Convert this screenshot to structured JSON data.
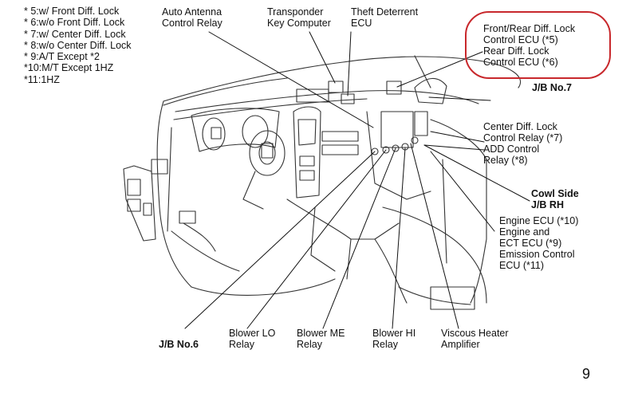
{
  "footnotes": [
    "* 5:w/ Front Diff. Lock",
    "* 6:w/o Front Diff. Lock",
    "* 7:w/ Center Diff. Lock",
    "* 8:w/o Center Diff. Lock",
    "* 9:A/T Except *2",
    "*10:M/T Except 1HZ",
    "*11:1HZ"
  ],
  "labels": {
    "auto_antenna": [
      "Auto Antenna",
      "Control Relay"
    ],
    "transponder": [
      "Transponder",
      "Key Computer"
    ],
    "theft": [
      "Theft Deterrent",
      "ECU"
    ],
    "diff_lock": [
      "Front/Rear Diff. Lock",
      "Control ECU (*5)",
      "Rear Diff. Lock",
      "Control ECU (*6)"
    ],
    "jb7": "J/B No.7",
    "center_diff": [
      "Center Diff. Lock",
      "Control Relay (*7)",
      "ADD Control",
      "Relay (*8)"
    ],
    "cowl": [
      "Cowl Side",
      "J/B RH"
    ],
    "engine": [
      "Engine ECU (*10)",
      "Engine  and",
      "ECT ECU (*9)",
      "Emission Control",
      "ECU (*11)"
    ],
    "jb6": "J/B No.6",
    "blower_lo": [
      "Blower LO",
      "Relay"
    ],
    "blower_me": [
      "Blower ME",
      "Relay"
    ],
    "blower_hi": [
      "Blower HI",
      "Relay"
    ],
    "viscous": [
      "Viscous Heater",
      "Amplifier"
    ]
  },
  "page_number": "9",
  "colors": {
    "line": "#222222",
    "highlight": "#c8282c"
  }
}
